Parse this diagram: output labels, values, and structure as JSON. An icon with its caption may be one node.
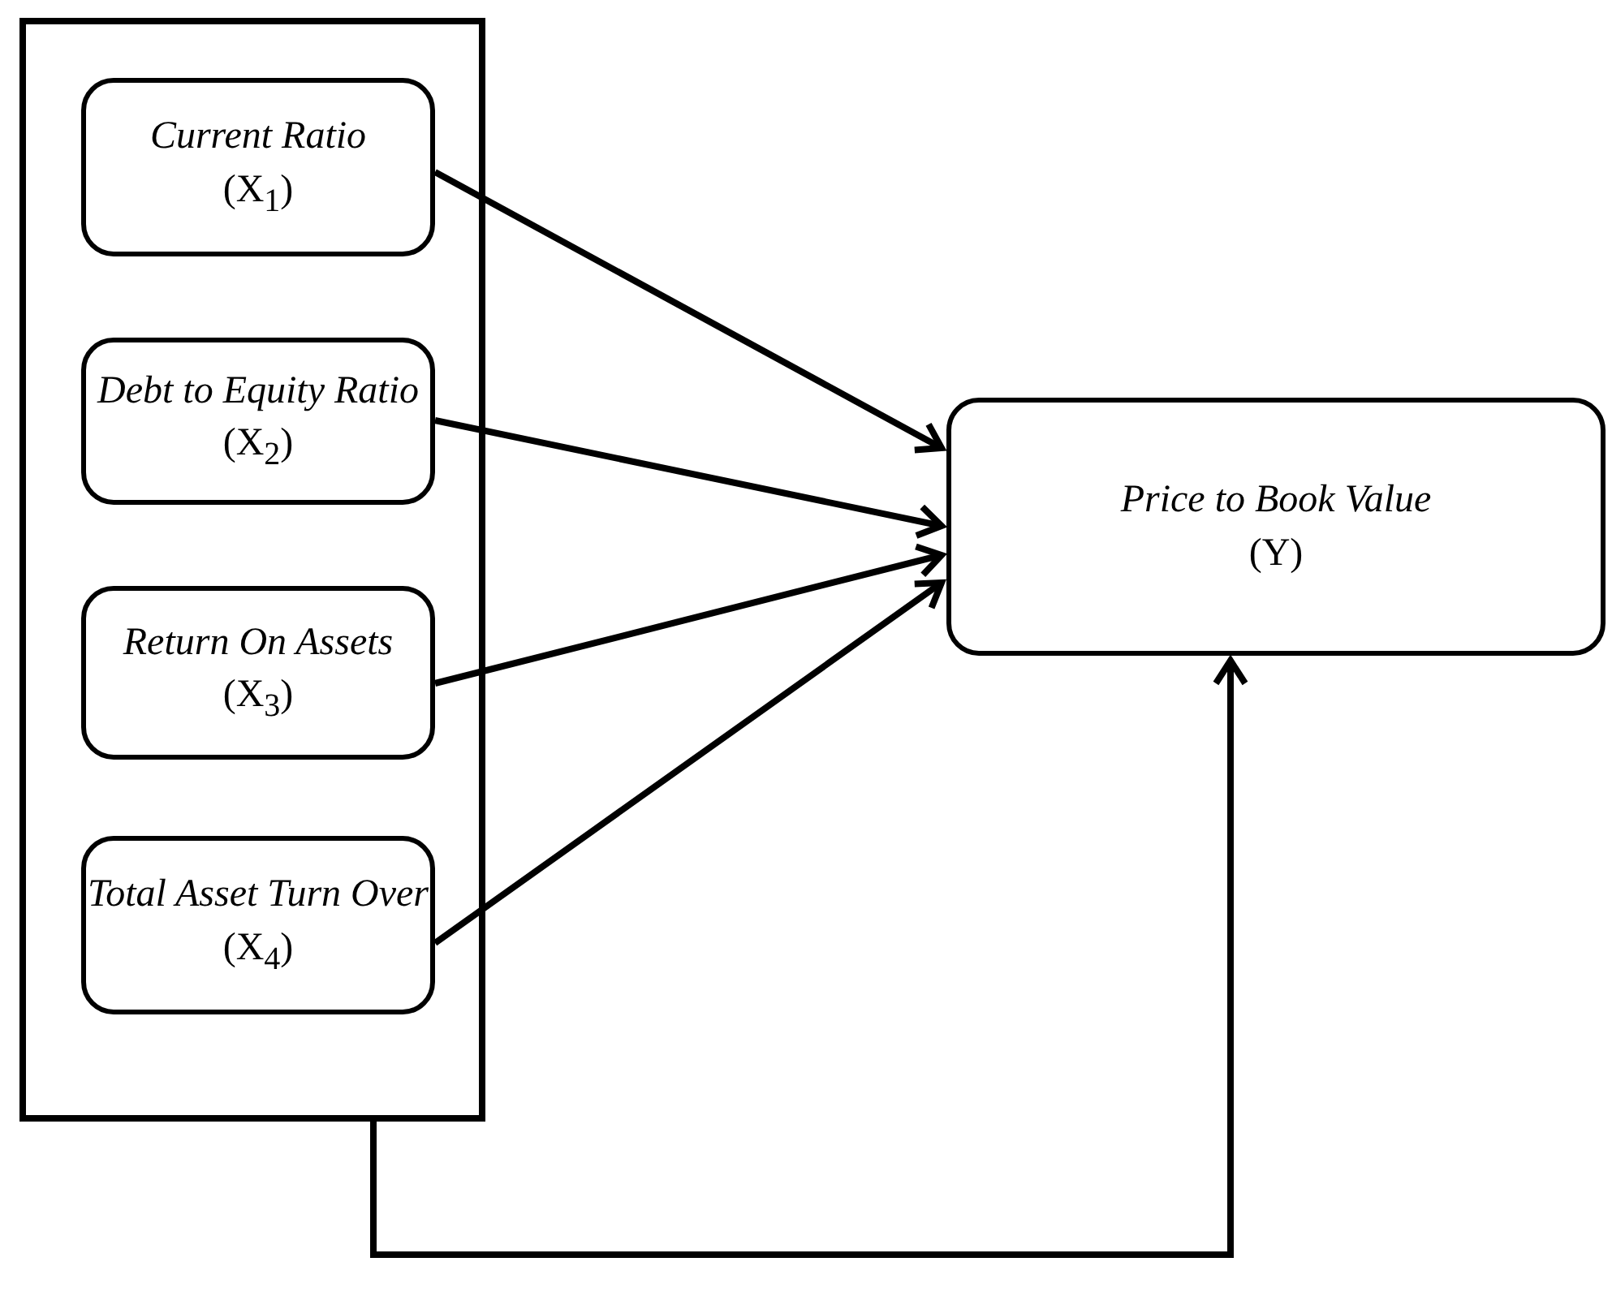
{
  "diagram": {
    "nodes": [
      {
        "text": [],
        "shape": "box"
      },
      {
        "text": [
          "Current Ratio",
          "(X$_{1}$)"
        ],
        "in": 0
      },
      {
        "text": [
          "Debt to Equity Ratio",
          "(X$_{2}$)"
        ],
        "in": 0
      },
      {
        "text": [
          "Return On Assets",
          "(X$_{3}$)"
        ],
        "in": 0
      },
      {
        "text": [
          "Total Asset Turn Over",
          "(X$_{4}$)"
        ],
        "in": 0
      },
      {
        "text": [
          "Price to Book Value",
          "(Y)"
        ]
      }
    ],
    "edges": [
      {
        "from": 1,
        "to": 5,
        "arrow": "to"
      },
      {
        "from": 2,
        "to": 5,
        "arrow": "to"
      },
      {
        "from": 3,
        "to": 5,
        "arrow": "to"
      },
      {
        "from": 4,
        "to": 5,
        "arrow": "to"
      },
      {
        "from": 0,
        "to": 5,
        "arrow": "to"
      }
    ]
  }
}
